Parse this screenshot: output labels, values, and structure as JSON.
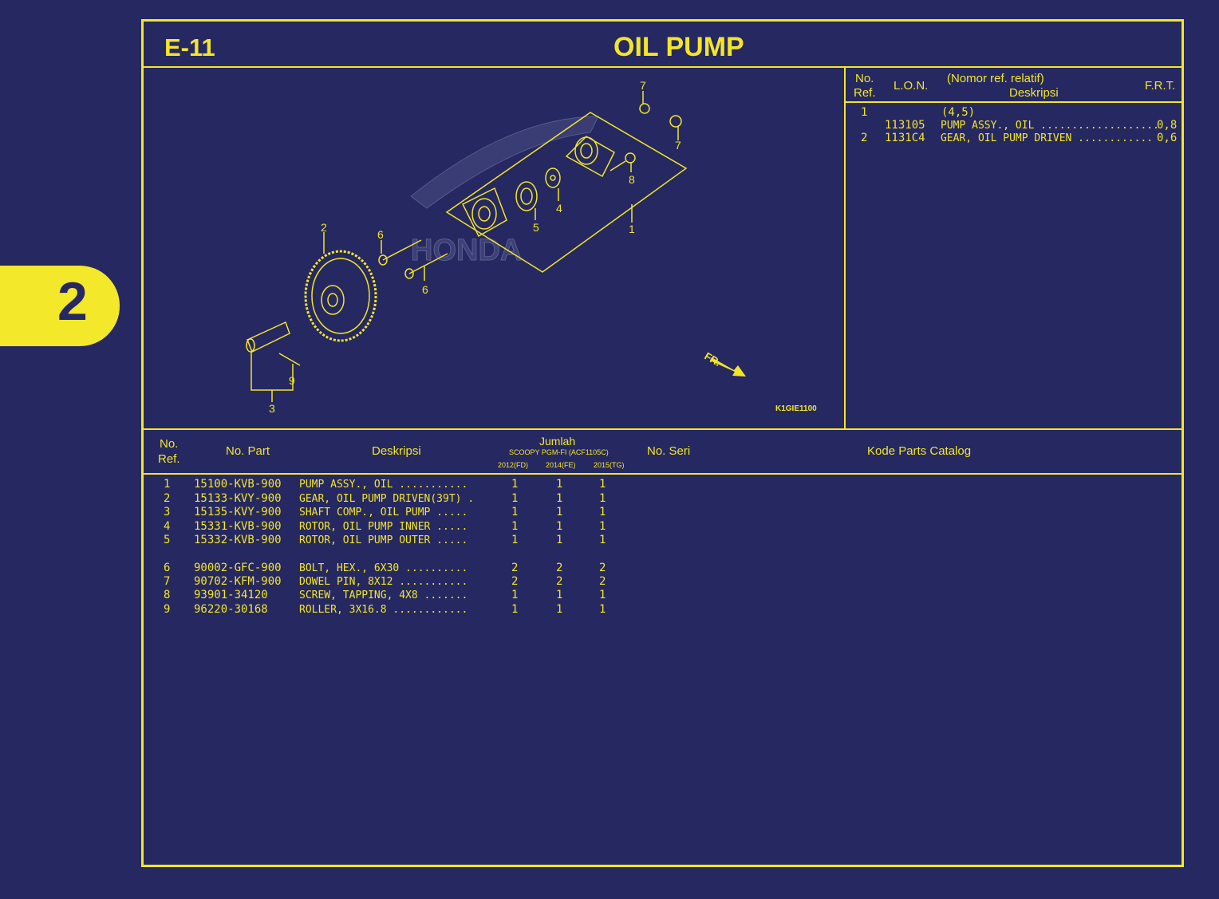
{
  "section_tab": "2",
  "header": {
    "code": "E-11",
    "title": "OIL PUMP"
  },
  "lon_table": {
    "headers": {
      "no": "No.",
      "ref": "Ref.",
      "lon": "L.O.N.",
      "nomor": "(Nomor ref. relatif)",
      "deskripsi": "Deskripsi",
      "frt": "F.R.T."
    },
    "rows": [
      {
        "no": "1",
        "lon": "",
        "desc": "(4,5)",
        "frt": ""
      },
      {
        "no": "",
        "lon": "113105",
        "desc": "PUMP ASSY., OIL ...................",
        "frt": "0,8"
      },
      {
        "no": "2",
        "lon": "1131C4",
        "desc": "GEAR, OIL PUMP DRIVEN ............",
        "frt": "0,6"
      }
    ]
  },
  "diagram": {
    "code": "K1GIE1100",
    "fr_label": "FR.",
    "callouts": [
      "7",
      "7",
      "8",
      "4",
      "5",
      "1",
      "2",
      "6",
      "6",
      "9",
      "3"
    ],
    "watermark": "HONDA"
  },
  "parts_table": {
    "headers": {
      "no": "No.",
      "ref": "Ref.",
      "part": "No. Part",
      "desc": "Deskripsi",
      "jumlah": "Jumlah",
      "model": "SCOOPY PGM-FI (ACF1105C)",
      "years": [
        "2012(FD)",
        "2014(FE)",
        "2015(TG)"
      ],
      "seri": "No. Seri",
      "catalog": "Kode Parts Catalog"
    },
    "rows": [
      {
        "ref": "1",
        "part": "15100-KVB-900",
        "desc": "PUMP ASSY., OIL ...........",
        "q": [
          "1",
          "1",
          "1"
        ]
      },
      {
        "ref": "2",
        "part": "15133-KVY-900",
        "desc": "GEAR, OIL PUMP DRIVEN(39T) .",
        "q": [
          "1",
          "1",
          "1"
        ]
      },
      {
        "ref": "3",
        "part": "15135-KVY-900",
        "desc": "SHAFT COMP., OIL PUMP .....",
        "q": [
          "1",
          "1",
          "1"
        ]
      },
      {
        "ref": "4",
        "part": "15331-KVB-900",
        "desc": "ROTOR, OIL PUMP INNER .....",
        "q": [
          "1",
          "1",
          "1"
        ]
      },
      {
        "ref": "5",
        "part": "15332-KVB-900",
        "desc": "ROTOR, OIL PUMP OUTER .....",
        "q": [
          "1",
          "1",
          "1"
        ]
      },
      {
        "ref": "6",
        "part": "90002-GFC-900",
        "desc": "BOLT, HEX., 6X30 ..........",
        "q": [
          "2",
          "2",
          "2"
        ]
      },
      {
        "ref": "7",
        "part": "90702-KFM-900",
        "desc": "DOWEL PIN, 8X12 ...........",
        "q": [
          "2",
          "2",
          "2"
        ]
      },
      {
        "ref": "8",
        "part": "93901-34120",
        "desc": "SCREW, TAPPING, 4X8 .......",
        "q": [
          "1",
          "1",
          "1"
        ]
      },
      {
        "ref": "9",
        "part": "96220-30168",
        "desc": "ROLLER, 3X16.8 ............",
        "q": [
          "1",
          "1",
          "1"
        ]
      }
    ]
  }
}
